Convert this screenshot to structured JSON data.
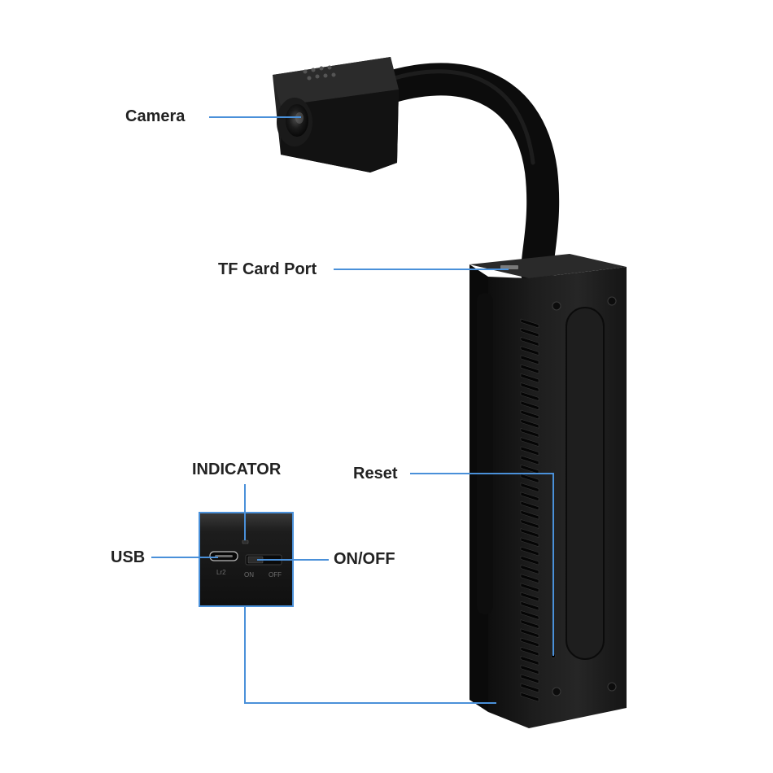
{
  "callouts": {
    "camera": "Camera",
    "tf_card_port": "TF Card Port",
    "indicator": "INDICATOR",
    "reset": "Reset",
    "usb": "USB",
    "on_off": "ON/OFF"
  },
  "inset": {
    "port_label": "Lr2",
    "switch_on": "ON",
    "switch_off": "OFF"
  },
  "colors": {
    "leader": "#4a90d9",
    "device": "#141414",
    "label_text": "#222222"
  }
}
